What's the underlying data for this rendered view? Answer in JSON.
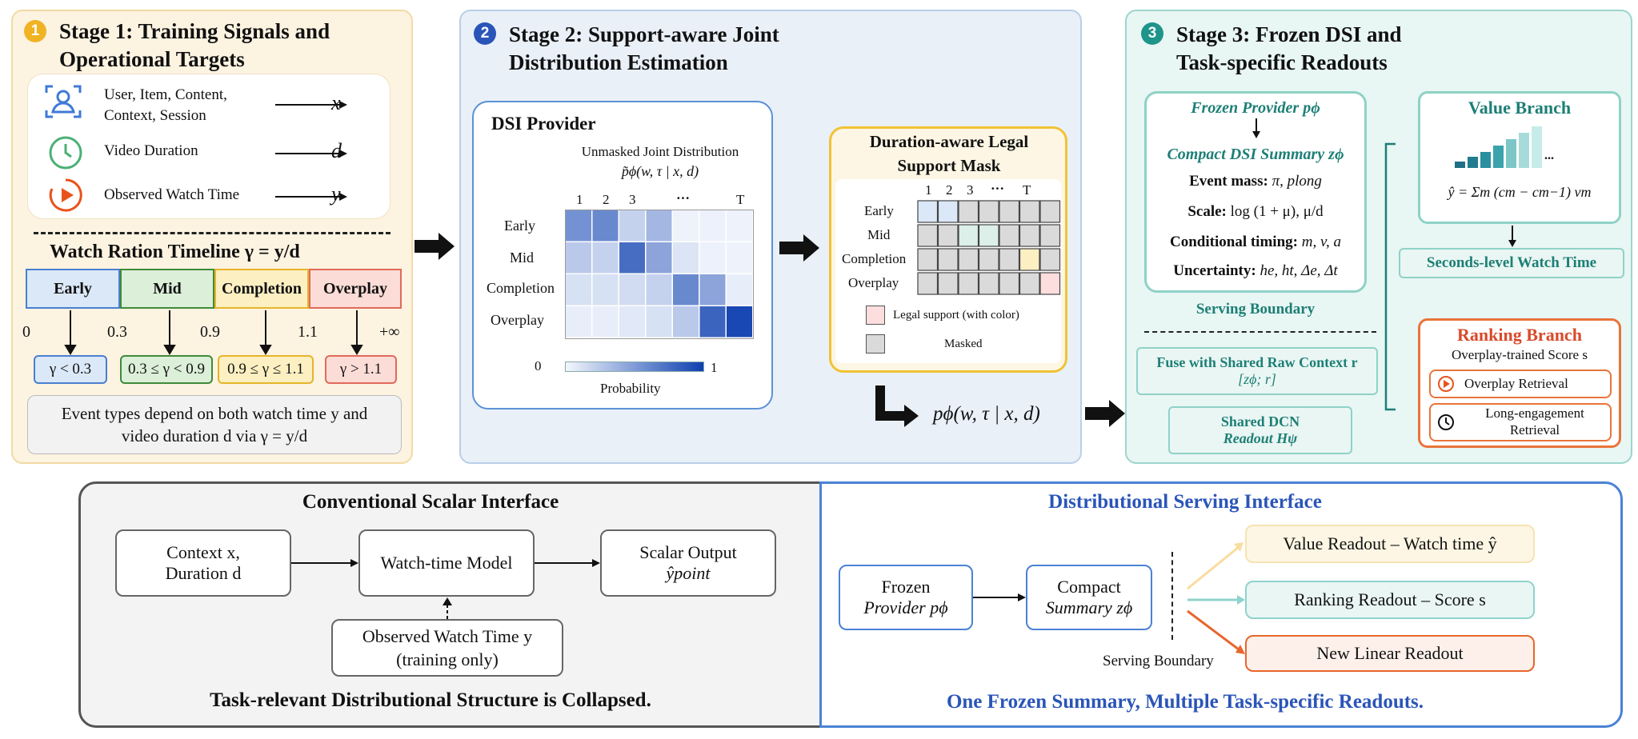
{
  "stage1": {
    "num": "1",
    "title": "Stage 1: Training Signals and Operational Targets",
    "inputs": [
      {
        "label": "User, Item, Content, Context, Session",
        "target": "x",
        "icon": "user-scan-icon"
      },
      {
        "label": "Video Duration",
        "target": "d",
        "icon": "clock-icon"
      },
      {
        "label": "Observed Watch Time",
        "target": "y",
        "icon": "play-icon"
      }
    ],
    "timeline_title": "Watch Ration Timeline γ = y/d",
    "phases": [
      {
        "label": "Early",
        "fill": "#dbe8f7",
        "border": "#4a7fd0"
      },
      {
        "label": "Mid",
        "fill": "#dcefd9",
        "border": "#3f8a3a"
      },
      {
        "label": "Completion",
        "fill": "#fcefc2",
        "border": "#e5b52a"
      },
      {
        "label": "Overplay",
        "fill": "#fcdcd6",
        "border": "#e06a5c"
      }
    ],
    "ticks": [
      "0",
      "0.3",
      "0.9",
      "1.1",
      "+∞"
    ],
    "conditions": [
      "γ < 0.3",
      "0.3 ≤ γ < 0.9",
      "0.9 ≤ γ ≤ 1.1",
      "γ > 1.1"
    ],
    "note": "Event types depend on both watch time y and video duration d via γ = y/d"
  },
  "stage2": {
    "num": "2",
    "title": "Stage 2: Support-aware Joint Distribution Estimation",
    "provider_title": "DSI Provider",
    "heatmap_title": "Unmasked Joint Distribution",
    "heatmap_formula": "p̃ϕ(w, τ | x, d)",
    "cols": [
      "1",
      "2",
      "3",
      "···",
      "T"
    ],
    "rows": [
      "Early",
      "Mid",
      "Completion",
      "Overplay"
    ],
    "heat": [
      [
        0.55,
        0.6,
        0.2,
        0.35,
        0.02,
        0.03,
        0.02
      ],
      [
        0.25,
        0.2,
        0.75,
        0.45,
        0.1,
        0.03,
        0.02
      ],
      [
        0.12,
        0.12,
        0.15,
        0.2,
        0.6,
        0.45,
        0.05
      ],
      [
        0.05,
        0.05,
        0.08,
        0.12,
        0.25,
        0.8,
        0.95
      ]
    ],
    "colorbar_min": "0",
    "colorbar_max": "1",
    "colorbar_label": "Probability",
    "mask_title": "Duration-aware Legal Support Mask",
    "mask_cols": [
      "1",
      "2",
      "3",
      "···",
      "T"
    ],
    "mask_rows": [
      "Early",
      "Mid",
      "Completion",
      "Overplay"
    ],
    "legend_legal": "Legal support (with color)",
    "legend_masked": "Masked",
    "output_formula": "pϕ(w, τ | x, d)"
  },
  "stage3": {
    "num": "3",
    "title": "Stage 3: Frozen DSI and Task-specific Readouts",
    "frozen_provider": "Frozen Provider pϕ",
    "compact_summary": "Compact DSI Summary zϕ",
    "features": [
      {
        "k": "Event mass:",
        "v": "π, plong"
      },
      {
        "k": "Scale:",
        "v": "log (1 + μ), μ/d"
      },
      {
        "k": "Conditional timing:",
        "v": "m, v, a"
      },
      {
        "k": "Uncertainty:",
        "v": "he, ht, Δe, Δt"
      }
    ],
    "serving_boundary": "Serving Boundary",
    "fuse_line1": "Fuse with Shared Raw Context r",
    "fuse_line2": "[zϕ; r]",
    "dcn_line1": "Shared DCN",
    "dcn_line2": "Readout Hψ",
    "value_branch": "Value Branch",
    "value_formula": "ŷ = Σm (cm − cm−1) vm",
    "value_dots": "...",
    "seconds": "Seconds-level Watch Time",
    "ranking_branch": "Ranking Branch",
    "ranking_sub": "Overplay-trained Score s",
    "retrieval1": "Overplay Retrieval",
    "retrieval2": "Long-engagement Retrieval"
  },
  "conventional": {
    "title": "Conventional Scalar Interface",
    "context_line1": "Context x,",
    "context_line2": "Duration d",
    "model": "Watch-time Model",
    "output_line1": "Scalar Output",
    "output_line2": "ŷpoint",
    "observed_line1": "Observed Watch Time y",
    "observed_line2": "(training only)",
    "footer": "Task-relevant Distributional Structure is Collapsed."
  },
  "distributional": {
    "title": "Distributional Serving Interface",
    "frozen_line1": "Frozen",
    "frozen_line2": "Provider pϕ",
    "compact_line1": "Compact",
    "compact_line2": "Summary zϕ",
    "boundary": "Serving Boundary",
    "readouts": [
      "Value Readout – Watch time ŷ",
      "Ranking Readout – Score s",
      "New Linear Readout"
    ],
    "footer": "One Frozen Summary, Multiple Task-specific Readouts."
  }
}
